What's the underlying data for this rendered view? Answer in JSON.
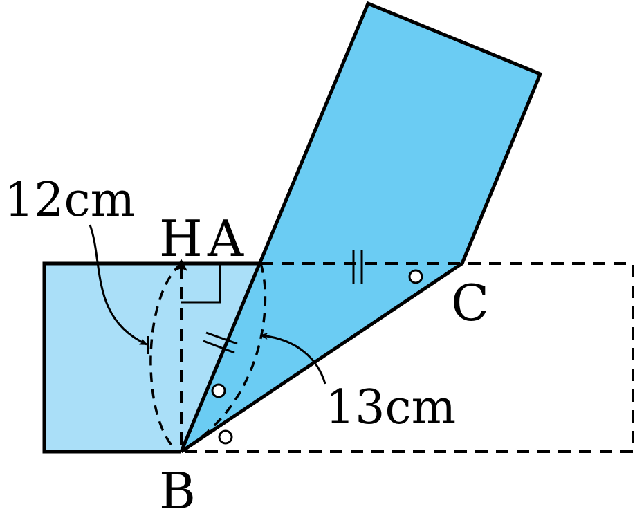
{
  "labels": {
    "point_h": "H",
    "point_a": "A",
    "point_b": "B",
    "point_c": "C",
    "length_12": "12cm",
    "length_13": "13cm"
  },
  "colors": {
    "light_fill": "#aadff8",
    "dark_fill": "#6bccf3",
    "stroke": "#000000"
  }
}
